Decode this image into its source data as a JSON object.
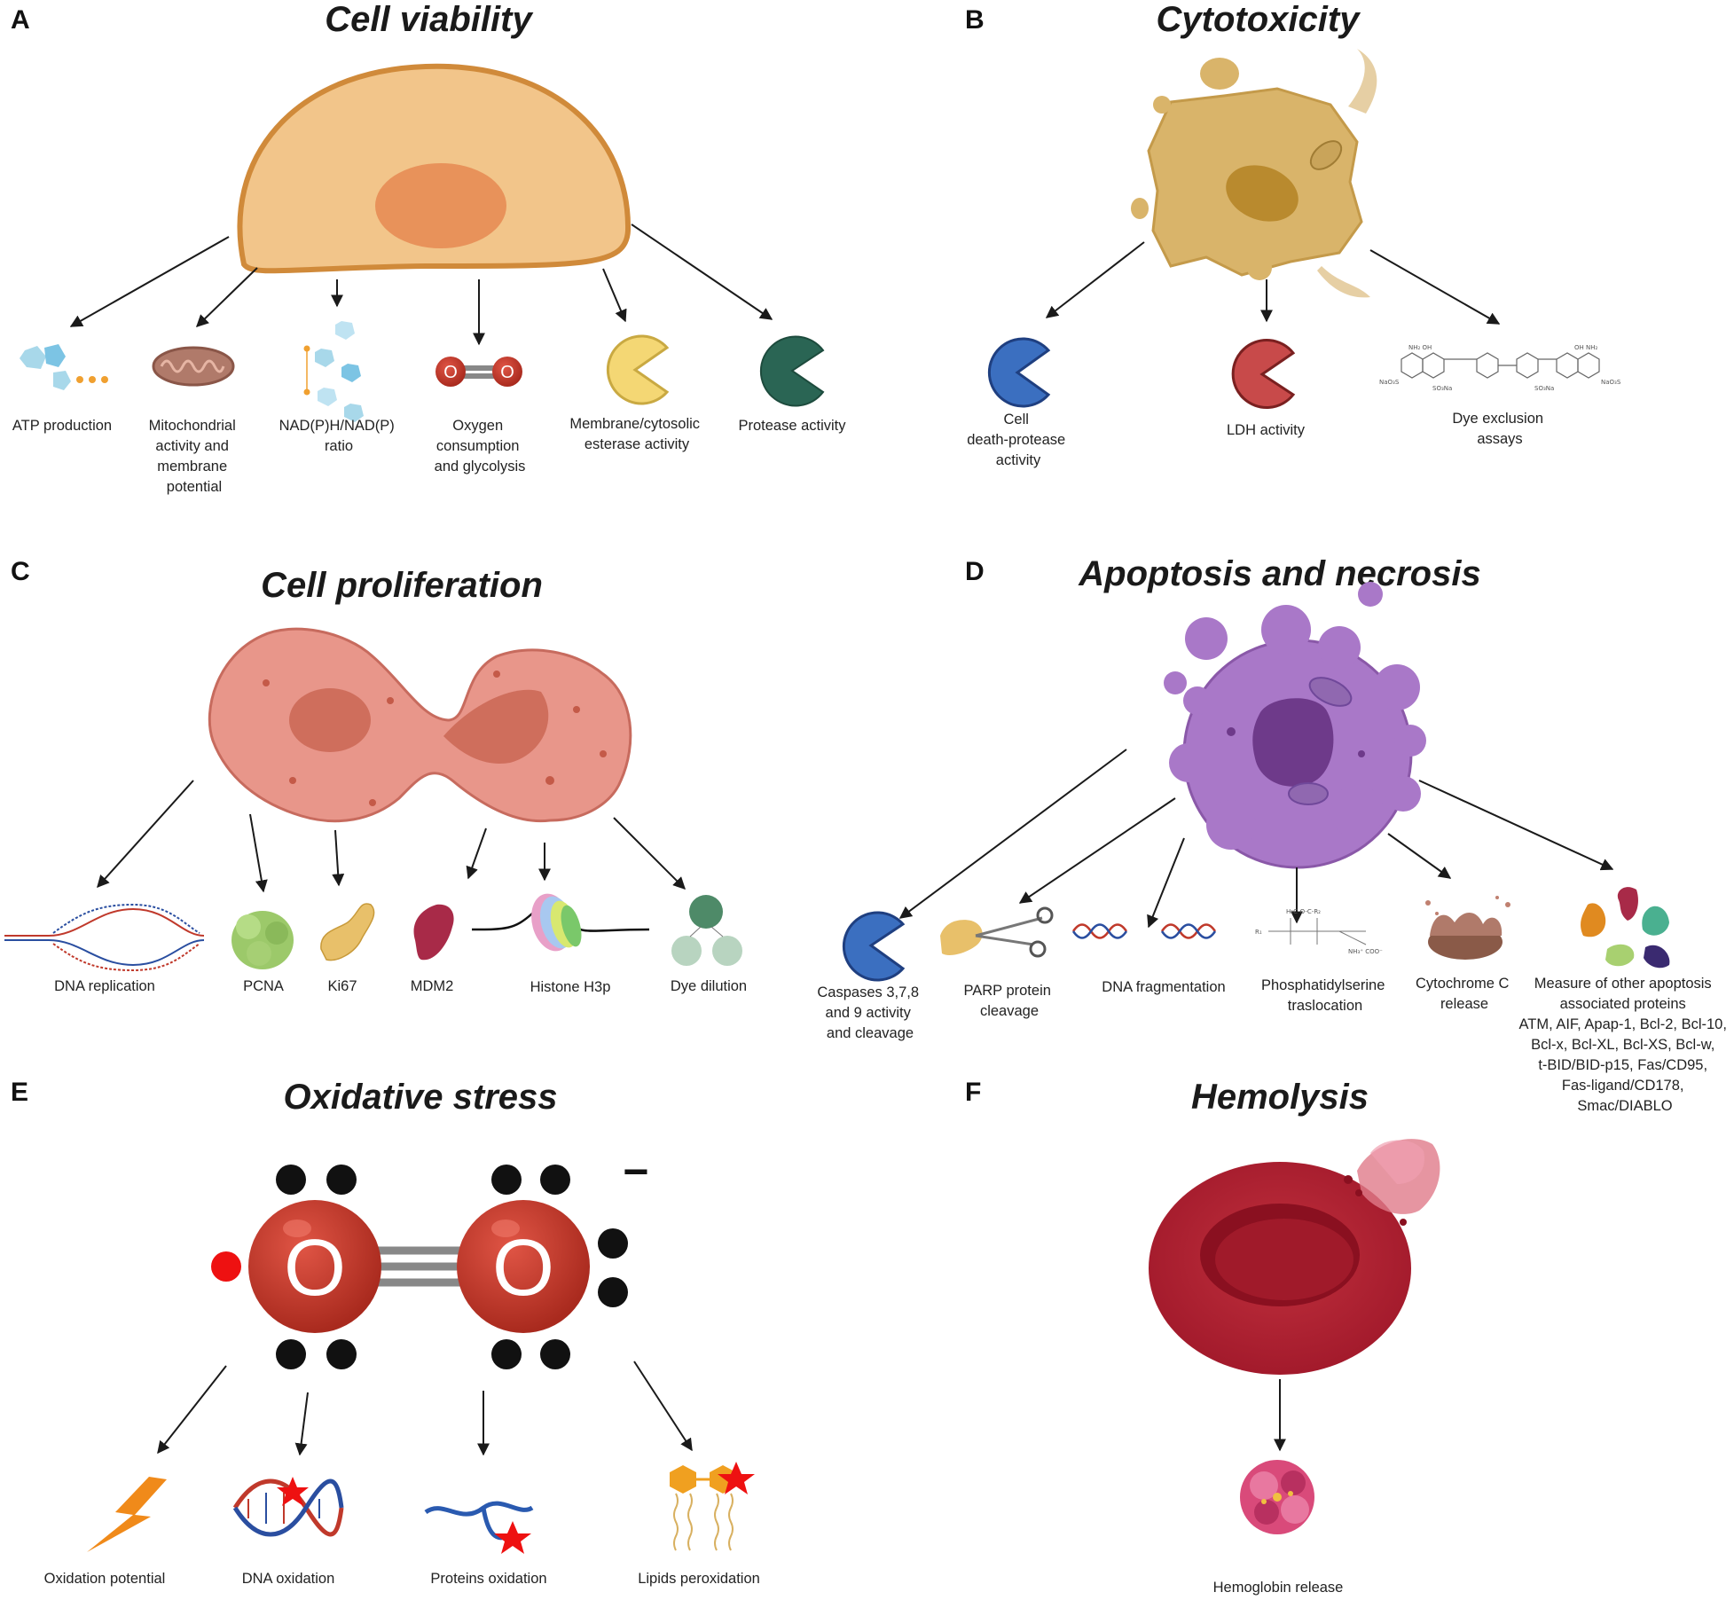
{
  "colors": {
    "arrow": "#1a1a1a",
    "cell_viability": "#f2c58a",
    "cytotoxicity": "#d9b46a",
    "proliferation": "#e8968a",
    "apoptosis": "#a978c8",
    "oxygen": "#c0392b",
    "rbc": "#b3202e",
    "blue_protease": "#3b6fc0",
    "red_protease": "#c84a4a"
  },
  "panels": [
    {
      "letter": "A",
      "title": "Cell viability",
      "items": [
        {
          "icon": "atp-icon",
          "lines": [
            "ATP production"
          ]
        },
        {
          "icon": "mitochondria-icon",
          "lines": [
            "Mitochondrial",
            "activity and",
            "membrane",
            "potential"
          ]
        },
        {
          "icon": "nadph-molecule-icon",
          "lines": [
            "NAD(P)H/NAD(P)",
            "ratio"
          ]
        },
        {
          "icon": "oxygen-molecule-icon",
          "lines": [
            "Oxygen",
            "consumption",
            "and glycolysis"
          ]
        },
        {
          "icon": "yellow-protease-icon",
          "lines": [
            "Membrane/cytosolic",
            "esterase activity"
          ]
        },
        {
          "icon": "green-protease-icon",
          "lines": [
            "Protease activity"
          ]
        }
      ]
    },
    {
      "letter": "B",
      "title": "Cytotoxicity",
      "items": [
        {
          "icon": "blue-protease-icon",
          "lines": [
            "Cell",
            "death-protease",
            "activity"
          ]
        },
        {
          "icon": "red-protease-icon",
          "lines": [
            "LDH activity"
          ]
        },
        {
          "icon": "dye-structure-icon",
          "lines": [
            "Dye exclusion",
            "assays"
          ]
        }
      ]
    },
    {
      "letter": "C",
      "title": "Cell proliferation",
      "items": [
        {
          "icon": "dna-replication-icon",
          "lines": [
            "DNA replication"
          ]
        },
        {
          "icon": "pcna-protein-icon",
          "lines": [
            "PCNA"
          ]
        },
        {
          "icon": "ki67-protein-icon",
          "lines": [
            "Ki67"
          ]
        },
        {
          "icon": "mdm2-protein-icon",
          "lines": [
            "MDM2"
          ]
        },
        {
          "icon": "histone-icon",
          "lines": [
            "Histone H3p"
          ]
        },
        {
          "icon": "dye-dilution-icon",
          "lines": [
            "Dye dilution"
          ]
        }
      ]
    },
    {
      "letter": "D",
      "title": "Apoptosis and necrosis",
      "items": [
        {
          "icon": "caspase-protease-icon",
          "lines": [
            "Caspases 3,7,8",
            "and 9 activity",
            "and cleavage"
          ]
        },
        {
          "icon": "scissors-icon",
          "lines": [
            "PARP protein",
            "cleavage"
          ]
        },
        {
          "icon": "dna-fragment-icon",
          "lines": [
            "DNA fragmentation"
          ]
        },
        {
          "icon": "phosphatidylserine-icon",
          "lines": [
            "Phosphatidylserine",
            "traslocation"
          ]
        },
        {
          "icon": "mitochondria-burst-icon",
          "lines": [
            "Cytochrome C",
            "release"
          ]
        },
        {
          "icon": "apoptosis-proteins-icon",
          "lines": [
            "Measure of other apoptosis",
            "associated proteins",
            "ATM, AIF, Apap-1, Bcl-2, Bcl-10,",
            "Bcl-x, Bcl-XL, Bcl-XS, Bcl-w,",
            "t-BID/BID-p15, Fas/CD95,",
            "Fas-ligand/CD178,",
            "Smac/DIABLO"
          ]
        }
      ]
    },
    {
      "letter": "E",
      "title": "Oxidative stress",
      "charge": "−",
      "atom_symbol": "O",
      "items": [
        {
          "icon": "lightning-icon",
          "lines": [
            "Oxidation potential"
          ]
        },
        {
          "icon": "dna-star-icon",
          "lines": [
            "DNA oxidation"
          ]
        },
        {
          "icon": "protein-star-icon",
          "lines": [
            "Proteins oxidation"
          ]
        },
        {
          "icon": "lipid-star-icon",
          "lines": [
            "Lipids peroxidation"
          ]
        }
      ]
    },
    {
      "letter": "F",
      "title": "Hemolysis",
      "items": [
        {
          "icon": "hemoglobin-icon",
          "lines": [
            "Hemoglobin release"
          ]
        }
      ]
    }
  ]
}
